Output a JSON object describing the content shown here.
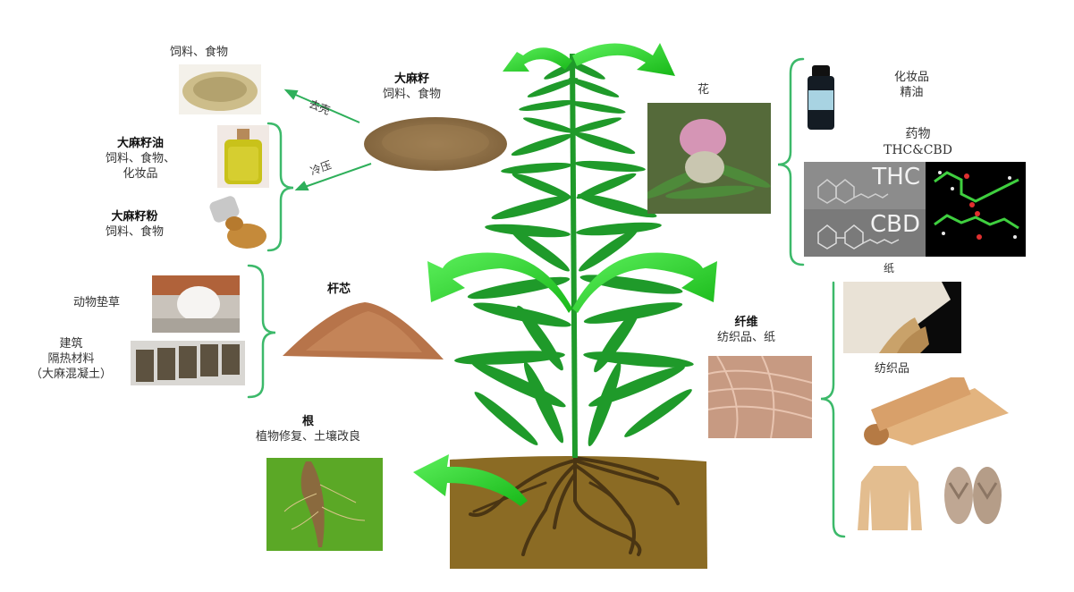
{
  "diagram": {
    "center": "hemp-plant",
    "colors": {
      "arrow_green": "#2fd12f",
      "bracket_green": "#3cb96a",
      "leaf_green": "#1f9a2a",
      "soil": "#8b6b24",
      "root": "#4a3513"
    },
    "seed": {
      "title": "大麻籽",
      "uses": "饲料、食物",
      "dehull_label": "去壳",
      "dehulled_uses": "饲料、食物",
      "coldpress_label": "冷压",
      "oil": {
        "title": "大麻籽油",
        "line1": "饲料、食物、",
        "line2": "化妆品"
      },
      "powder": {
        "title": "大麻籽粉",
        "uses": "饲料、食物"
      }
    },
    "hurd": {
      "title": "杆芯",
      "bedding": "动物垫草",
      "building": {
        "line1": "建筑",
        "line2": "隔热材料",
        "line3": "（大麻混凝土）"
      }
    },
    "root": {
      "title": "根",
      "uses": "植物修复、土壤改良"
    },
    "flower": {
      "title": "花",
      "cosmetics": {
        "line1": "化妆品",
        "line2": "精油"
      },
      "medicine": {
        "line1": "药物",
        "line2": "THC&CBD"
      },
      "molecule_labels": [
        "THC",
        "CBD"
      ]
    },
    "fiber": {
      "title": "纤维",
      "uses": "纺织品、纸",
      "paper_label": "纸",
      "textile_label": "纺织品"
    }
  }
}
